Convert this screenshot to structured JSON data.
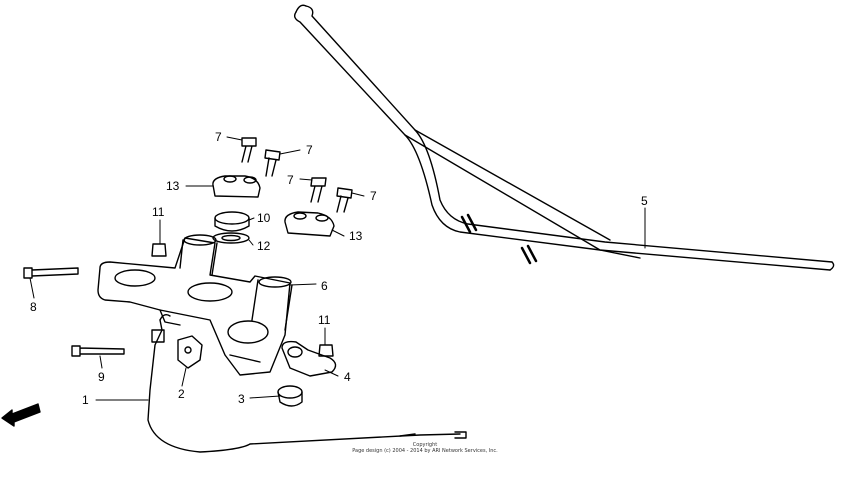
{
  "callouts": [
    "1",
    "2",
    "3",
    "4",
    "5",
    "6",
    "7",
    "7",
    "7",
    "7",
    "8",
    "9",
    "10",
    "11",
    "11",
    "12",
    "13",
    "13"
  ],
  "fwd_label": "FWD",
  "copyright": {
    "line1": "Copyright",
    "line2": "Page design (c) 2004 - 2014 by ARI Network Services, Inc."
  }
}
